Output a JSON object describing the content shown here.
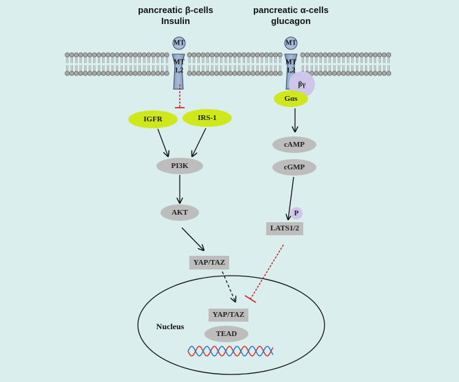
{
  "headers": {
    "beta_line1": "pancreatic β-cells",
    "beta_line2": "Insulin",
    "alpha_line1": "pancreatic α-cells",
    "alpha_line2": "glucagon"
  },
  "receptors": {
    "top_label": "MT",
    "body_line1": "MT",
    "body_line2": "1,2"
  },
  "nodes": {
    "igfr": "IGFR",
    "irs1": "IRS-1",
    "pi3k": "PI3K",
    "akt": "AKT",
    "yap_taz_cyto": "YAP/TAZ",
    "beta_gamma": "βγ",
    "g_alpha_s": "Gαs",
    "camp": "cAMP",
    "cgmp": "cGMP",
    "phospho": "P",
    "lats": "LATS1/2",
    "nucleus": "Nucleus",
    "yap_taz_nuc": "YAP/TAZ",
    "tead": "TEAD"
  },
  "colors": {
    "background": "#daeeee",
    "lime": "#cfe81b",
    "gray_node": "#bdbdbd",
    "receptor": "#8fa8c8",
    "violet": "#cfc6ec",
    "inhibit_red": "#c8161d",
    "dna_red": "#d9342b",
    "dna_blue": "#2b79c9"
  }
}
